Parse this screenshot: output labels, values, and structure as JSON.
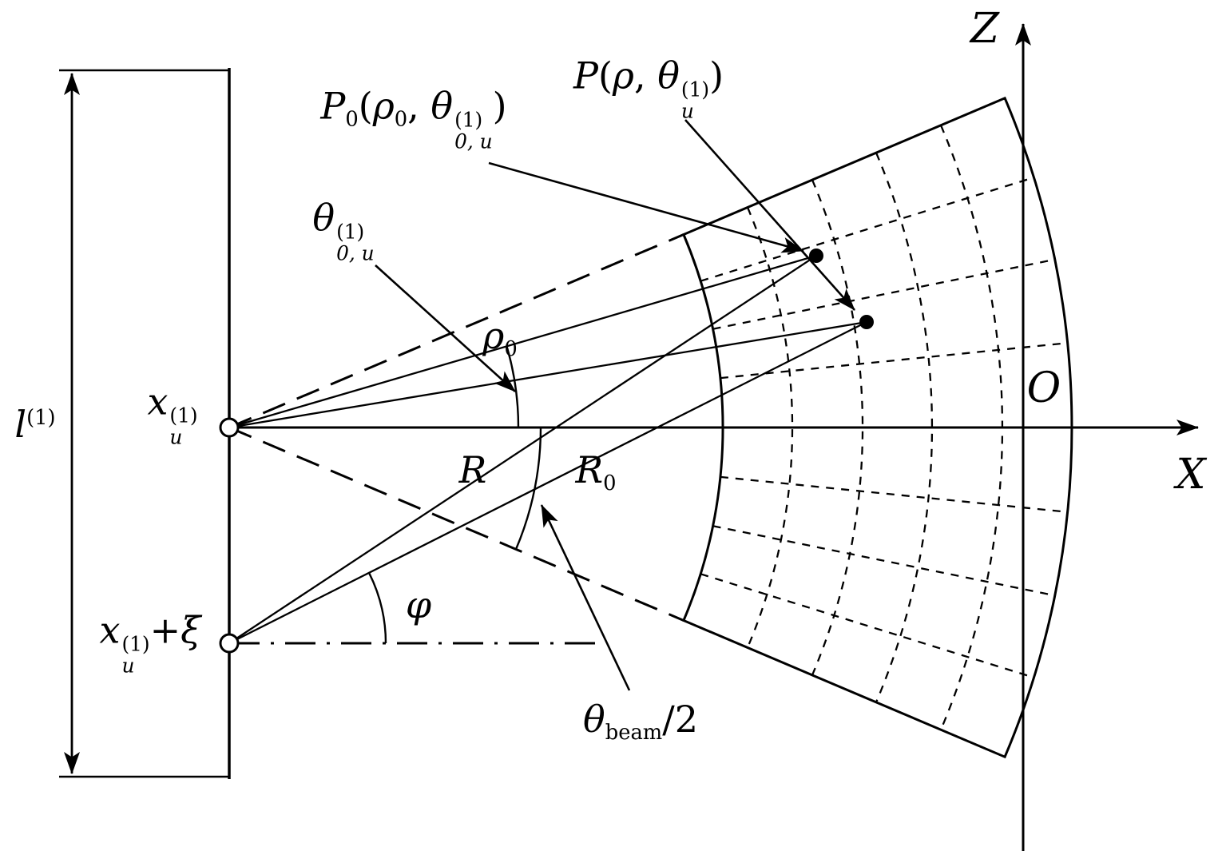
{
  "figure": {
    "description": "Sector-scan beam geometry: array aperture with elements, polar grid sector, image points and beam angles",
    "background": "#ffffff",
    "line_color": "#000000"
  },
  "axes": {
    "x": "X",
    "z": "Z",
    "origin": "O"
  },
  "labels": {
    "aperture_length": {
      "base": "l",
      "sup": "(1)"
    },
    "element_u": {
      "base": "x",
      "sup": "(1)",
      "sub": "u"
    },
    "element_u_shifted": {
      "base": "x",
      "sup": "(1)",
      "sub": "u",
      "suffix": "+ξ"
    },
    "point_p0": {
      "name": "P",
      "name_sub": "0",
      "open": "(",
      "rho": "ρ",
      "rho_sub": "0",
      "sep": ", ",
      "theta": "θ",
      "theta_sup": "(1)",
      "theta_sub": "0, u",
      "close": ")"
    },
    "point_p": {
      "name": "P",
      "open": "(",
      "rho": "ρ",
      "sep": ", ",
      "theta": "θ",
      "theta_sup": "(1)",
      "theta_sub": "u",
      "close": ")"
    },
    "angle_theta0u": {
      "base": "θ",
      "sup": "(1)",
      "sub": "0, u"
    },
    "rho0": {
      "base": "ρ",
      "sub": "0"
    },
    "range_r": {
      "base": "R"
    },
    "range_r0": {
      "base": "R",
      "sub": "0"
    },
    "phi": {
      "base": "φ"
    },
    "half_beamwidth": {
      "base": "θ",
      "sub": "beam",
      "suffix": "/2"
    }
  }
}
